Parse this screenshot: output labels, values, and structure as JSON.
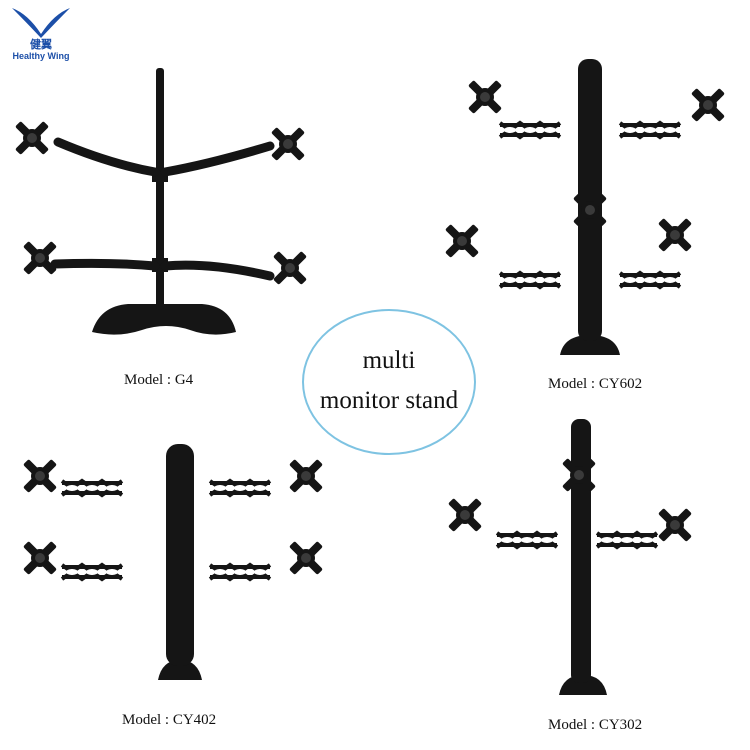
{
  "brand": {
    "name_cn": "健翼",
    "name_en": "Healthy Wing",
    "color": "#1c4fa8"
  },
  "badge": {
    "line1": "multi",
    "line2": "monitor stand",
    "border_color": "#7ec3e2"
  },
  "products": [
    {
      "model_label": "Model : G4"
    },
    {
      "model_label": "Model :  CY602"
    },
    {
      "model_label": "Model :  CY402"
    },
    {
      "model_label": "Model :  CY302"
    }
  ],
  "colors": {
    "stand": "#151515",
    "highlight": "#444444"
  }
}
